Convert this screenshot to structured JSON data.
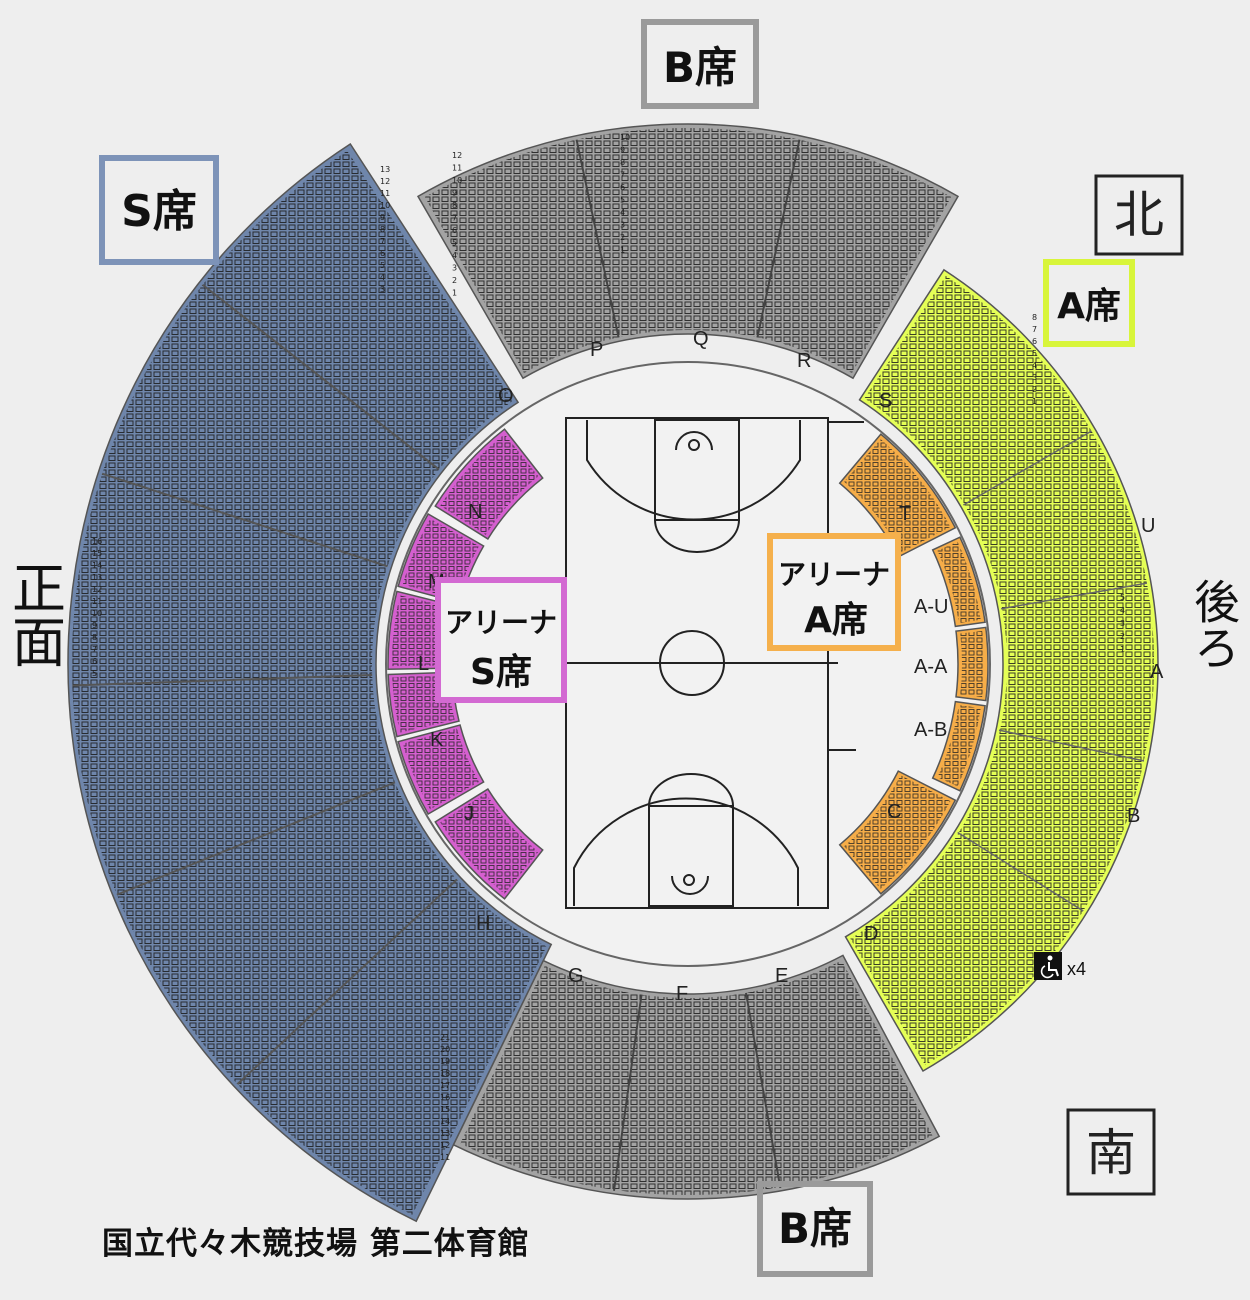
{
  "venue": {
    "title": "国立代々木競技場 第二体育館"
  },
  "directions": {
    "north": "北",
    "south": "南",
    "front": "正面",
    "back": "後ろ"
  },
  "zones": {
    "s_seat": {
      "label": "S席",
      "color": "#6f86ab",
      "box_color": "#7d93b8"
    },
    "b_seat": {
      "label": "B席",
      "color": "#a3a3a3",
      "box_color": "#9a9a9a"
    },
    "a_seat": {
      "label": "A席",
      "color": "#e5ff56",
      "box_color": "#d8f53a"
    },
    "arena_s": {
      "label": "アリーナS席",
      "line1": "アリーナ",
      "line2": "S席",
      "color": "#d55fcf",
      "box_color": "#d36ad2"
    },
    "arena_a": {
      "label": "アリーナA席",
      "line1": "アリーナ",
      "line2": "A席",
      "color": "#f6ad48",
      "box_color": "#f5b04c"
    }
  },
  "block_letters": {
    "P": "P",
    "Q": "Q",
    "R": "R",
    "S": "S",
    "T": "T",
    "U": "U",
    "O": "O",
    "N": "N",
    "M": "M",
    "L": "L",
    "K": "K",
    "J": "J",
    "H": "H",
    "A_U": "A-U",
    "A_A": "A-A",
    "A_B": "A-B",
    "A": "A",
    "B": "B",
    "C": "C",
    "D": "D",
    "E": "E",
    "F": "F",
    "G": "G"
  },
  "accessibility": {
    "icon": "wheelchair-icon",
    "count": "x4"
  },
  "row_numbers": {
    "b_north_right": [
      "10",
      "9",
      "8",
      "7",
      "6",
      "5",
      "4",
      "3",
      "2",
      "1"
    ],
    "b_north_left": [
      "12",
      "11",
      "10",
      "9",
      "8",
      "7",
      "6",
      "5",
      "4",
      "3",
      "2",
      "1"
    ],
    "s_upper": [
      "13",
      "12",
      "11",
      "10",
      "9",
      "8",
      "7",
      "6",
      "5",
      "4",
      "3"
    ],
    "s_left": [
      "16",
      "15",
      "14",
      "13",
      "12",
      "11",
      "10",
      "9",
      "8",
      "7",
      "6",
      "5"
    ],
    "a_upper": [
      "8",
      "7",
      "6",
      "5",
      "4",
      "3",
      "2",
      "1"
    ],
    "a_mid": [
      "5",
      "4",
      "3",
      "2",
      "1"
    ],
    "b_south": [
      "21",
      "20",
      "19",
      "18",
      "17",
      "16",
      "15",
      "14",
      "13",
      "12",
      "11"
    ]
  }
}
